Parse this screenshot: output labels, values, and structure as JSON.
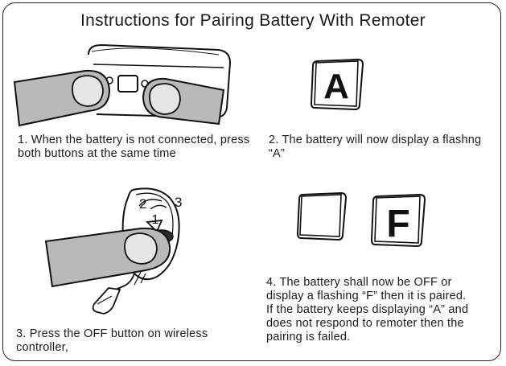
{
  "title": "Instructions for Pairing Battery With Remoter",
  "steps": {
    "s1": "1. When the battery is not connected, press both buttons at the same time",
    "s2": "2. The battery will now display a flashng “A”",
    "s3": "3. Press the OFF button on wireless controller,",
    "s4_line1": "4. The battery shall now be OFF or display a flashing “F” then it is paired.",
    "s4_line2": "If the battery keeps displaying “A” and does not respond to remoter then the pairing is failed."
  },
  "display": {
    "flash_letter": "A",
    "off_letter": "",
    "paired_letter": "F"
  },
  "remote": {
    "btn1": "1",
    "btn2": "2",
    "btn3": "3"
  }
}
